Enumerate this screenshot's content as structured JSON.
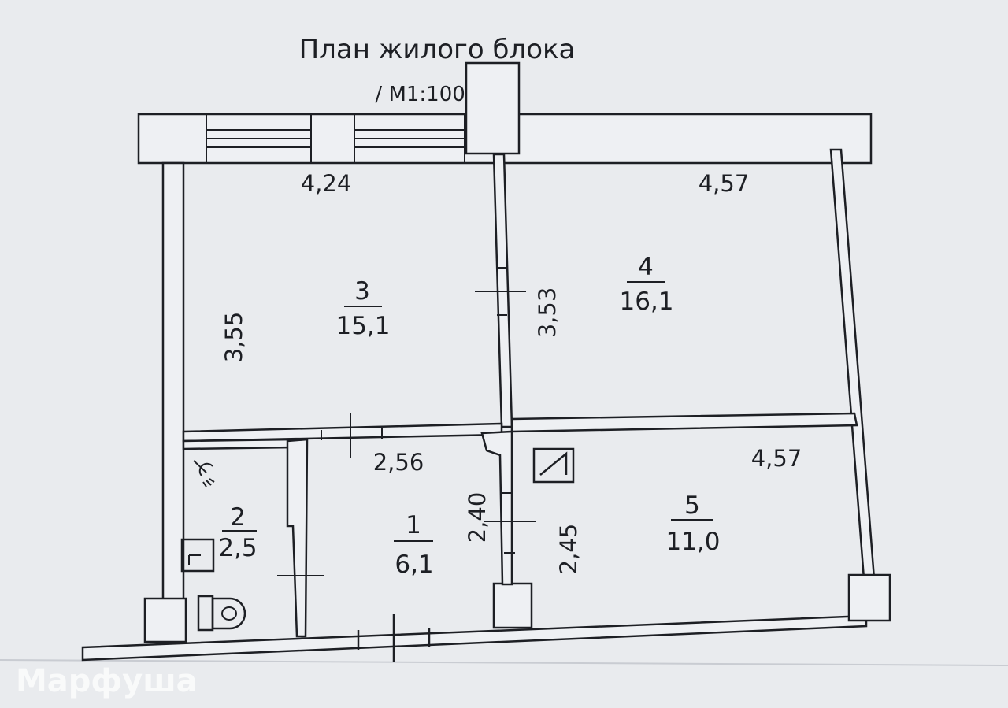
{
  "plan": {
    "title": "План жилого блока",
    "scale": "/ М1:100/",
    "watermark": "Марфуша",
    "dimensions": {
      "room3_width": "4,24",
      "room4_width": "4,57",
      "room3_height": "3,55",
      "room4_height": "3,53",
      "room1_width": "2,56",
      "room1_height": "2,40",
      "room5_width": "4,57",
      "room5_height": "2,45"
    },
    "rooms": [
      {
        "number": "1",
        "area": "6,1"
      },
      {
        "number": "2",
        "area": "2,5"
      },
      {
        "number": "3",
        "area": "15,1"
      },
      {
        "number": "4",
        "area": "16,1"
      },
      {
        "number": "5",
        "area": "11,0"
      }
    ]
  }
}
